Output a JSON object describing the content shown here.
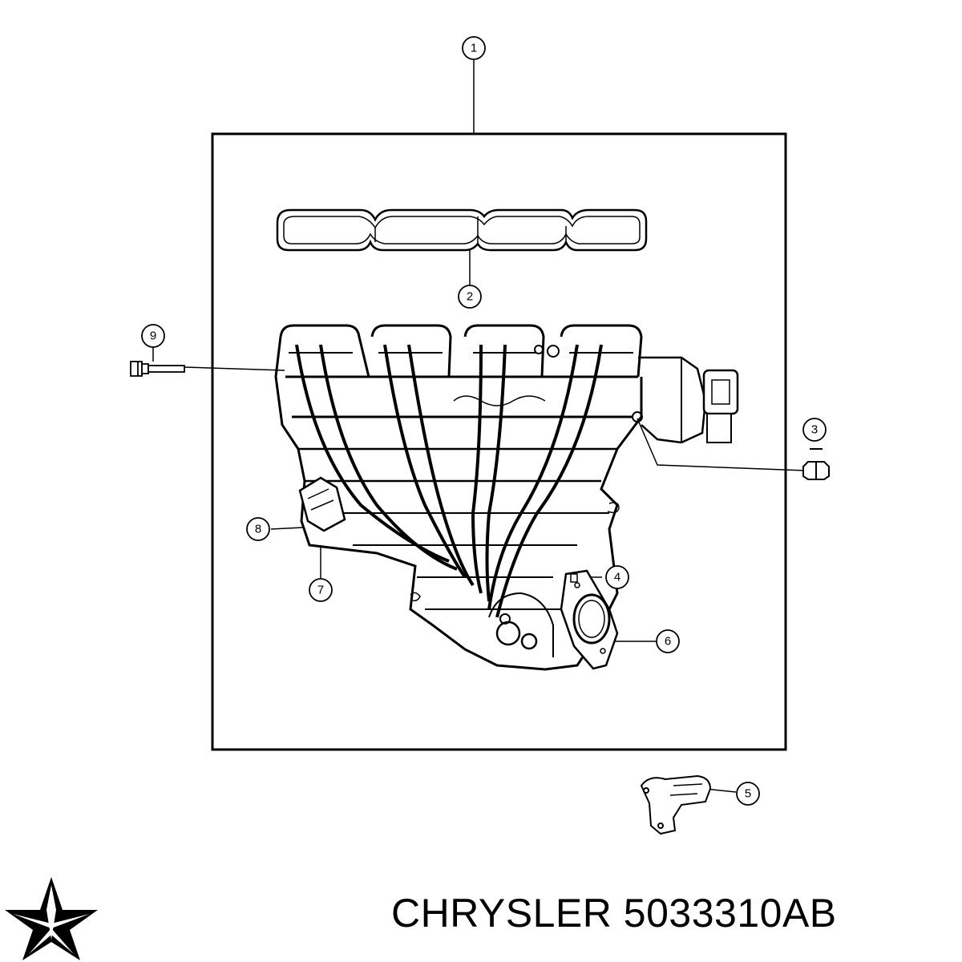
{
  "callouts": [
    {
      "id": "1",
      "label": "1"
    },
    {
      "id": "2",
      "label": "2"
    },
    {
      "id": "3",
      "label": "3"
    },
    {
      "id": "4",
      "label": "4"
    },
    {
      "id": "5",
      "label": "5"
    },
    {
      "id": "6",
      "label": "6"
    },
    {
      "id": "7",
      "label": "7"
    },
    {
      "id": "8",
      "label": "8"
    },
    {
      "id": "9",
      "label": "9"
    }
  ],
  "footer": {
    "brand": "CHRYSLER",
    "part_number": "5033310AB",
    "logo_icon": "chrysler-star-logo"
  }
}
